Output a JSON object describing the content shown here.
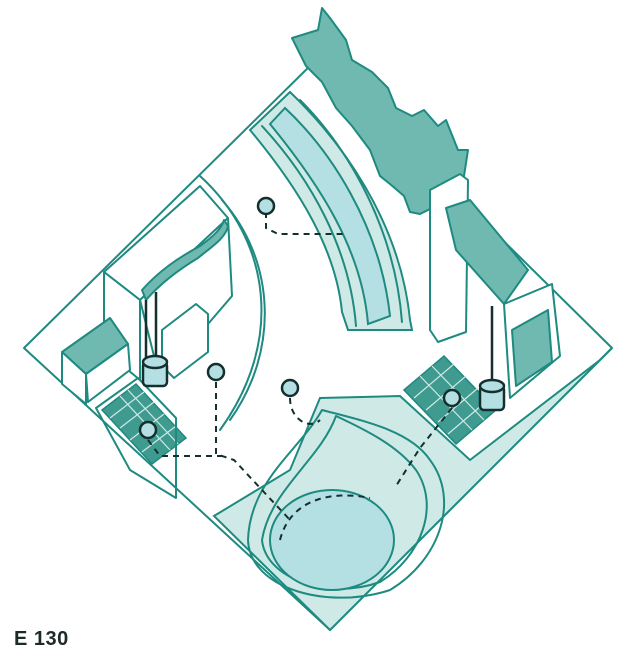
{
  "figure": {
    "caption": "E 130",
    "colors": {
      "outline": "#1e8a80",
      "fill_teal": "#6fb9b0",
      "water": "#b4dfe3",
      "water_light": "#cfe9e6",
      "pipe": "#14302e",
      "background": "#ffffff"
    },
    "components": [
      "forest-area",
      "river",
      "house-left",
      "house-right",
      "solar-panels-left",
      "solar-panels-right",
      "water-tanks",
      "reservoir",
      "monitoring-nodes",
      "dashed-connections"
    ]
  }
}
